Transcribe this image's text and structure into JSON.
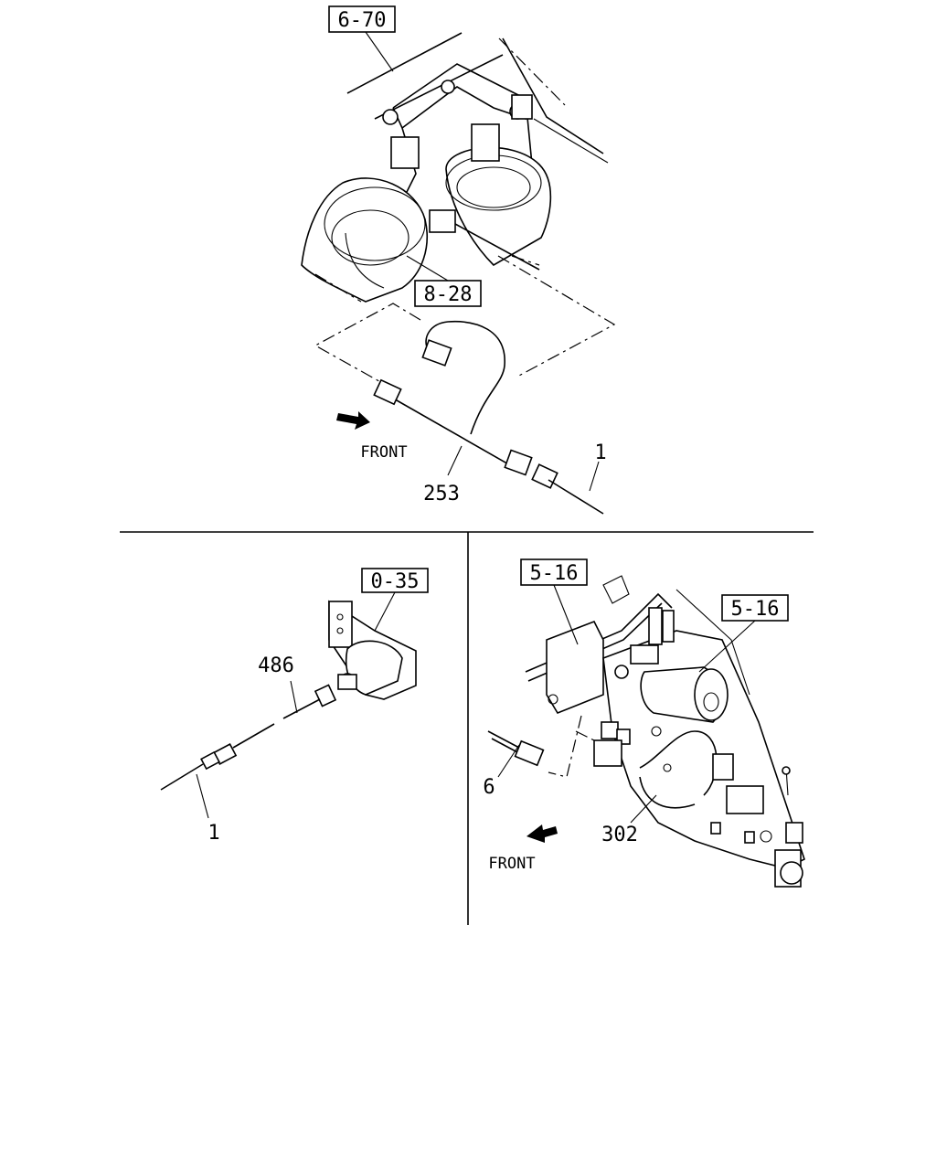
{
  "refs": {
    "top_upper": "6-70",
    "top_lower": "8-28",
    "left_panel": "0-35",
    "right_panel_a": "5-16",
    "right_panel_b": "5-16"
  },
  "parts": {
    "top_harness": "253",
    "top_cable": "1",
    "left_harness": "486",
    "left_cable": "1",
    "right_connector": "6",
    "right_harness": "302"
  },
  "direction": {
    "top": "FRONT",
    "right": "FRONT"
  }
}
